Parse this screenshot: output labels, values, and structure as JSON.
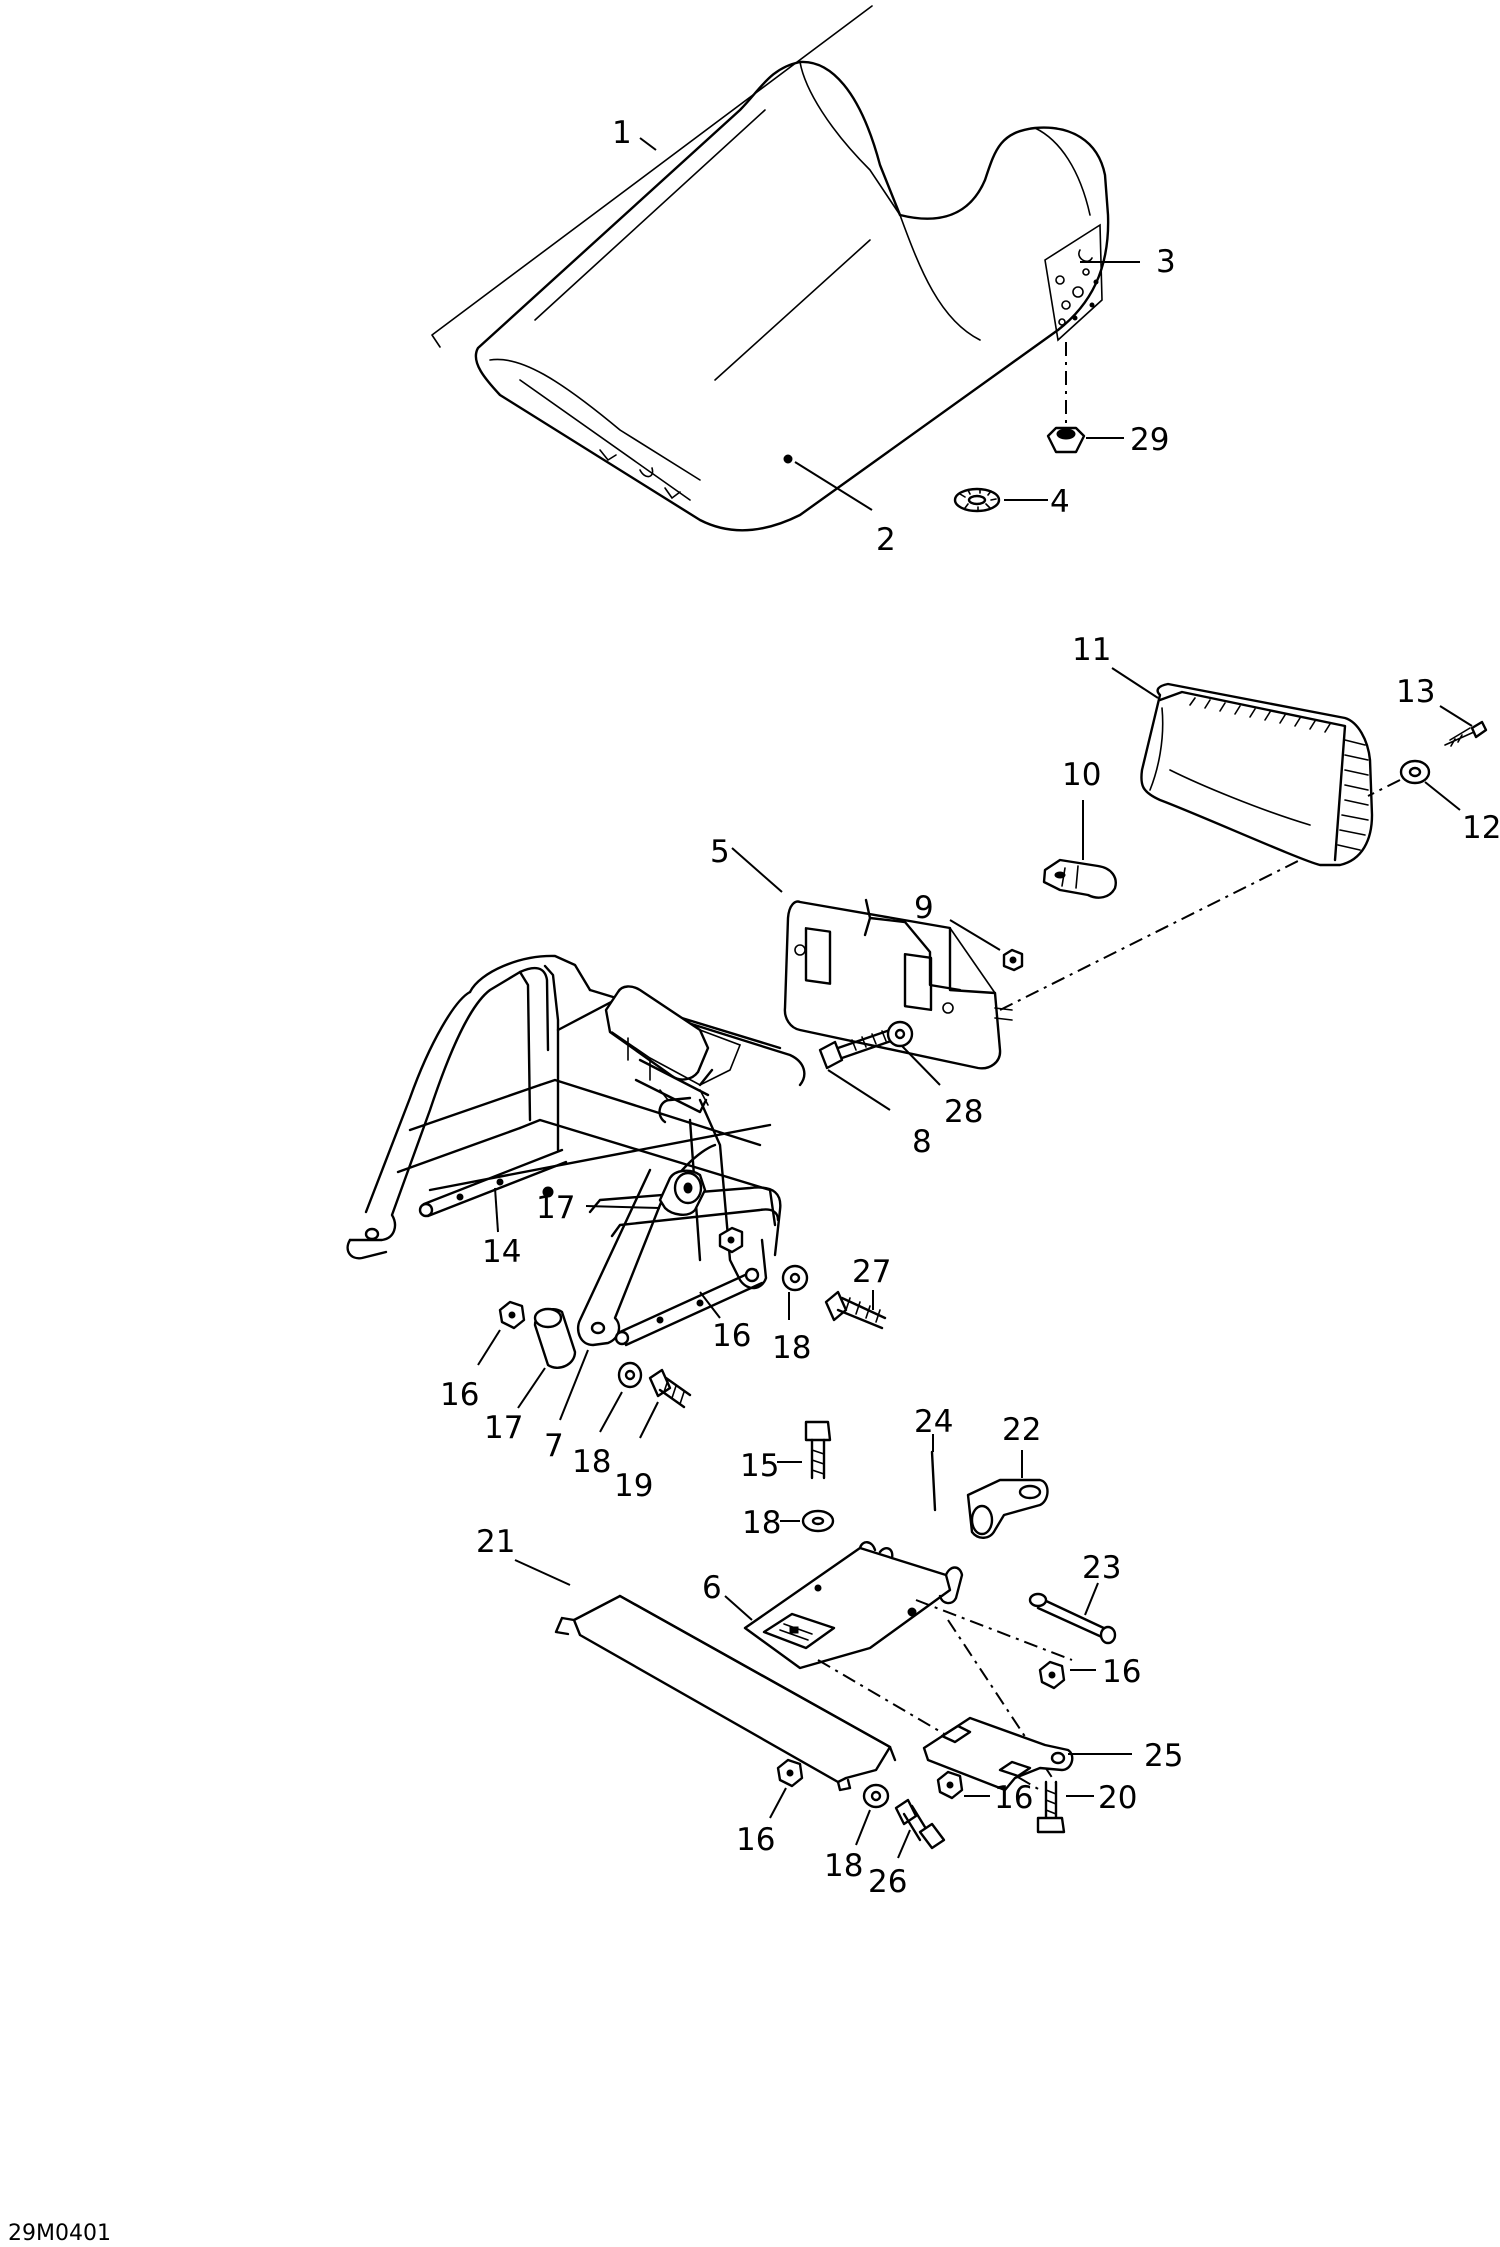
{
  "figure_code": "29M0401",
  "callouts": [
    {
      "id": "c1",
      "text": "1"
    },
    {
      "id": "c2",
      "text": "2"
    },
    {
      "id": "c3",
      "text": "3"
    },
    {
      "id": "c29",
      "text": "29"
    },
    {
      "id": "c4",
      "text": "4"
    },
    {
      "id": "c11",
      "text": "11"
    },
    {
      "id": "c13",
      "text": "13"
    },
    {
      "id": "c10",
      "text": "10"
    },
    {
      "id": "c12",
      "text": "12"
    },
    {
      "id": "c5",
      "text": "5"
    },
    {
      "id": "c9",
      "text": "9"
    },
    {
      "id": "c28",
      "text": "28"
    },
    {
      "id": "c8",
      "text": "8"
    },
    {
      "id": "c17a",
      "text": "17"
    },
    {
      "id": "c14",
      "text": "14"
    },
    {
      "id": "c27",
      "text": "27"
    },
    {
      "id": "c16a",
      "text": "16"
    },
    {
      "id": "c18a",
      "text": "18"
    },
    {
      "id": "c16b",
      "text": "16"
    },
    {
      "id": "c17b",
      "text": "17"
    },
    {
      "id": "c7",
      "text": "7"
    },
    {
      "id": "c18b",
      "text": "18"
    },
    {
      "id": "c19",
      "text": "19"
    },
    {
      "id": "c24",
      "text": "24"
    },
    {
      "id": "c22",
      "text": "22"
    },
    {
      "id": "c15",
      "text": "15"
    },
    {
      "id": "c18c",
      "text": "18"
    },
    {
      "id": "c23",
      "text": "23"
    },
    {
      "id": "c21",
      "text": "21"
    },
    {
      "id": "c6",
      "text": "6"
    },
    {
      "id": "c16c",
      "text": "16"
    },
    {
      "id": "c25",
      "text": "25"
    },
    {
      "id": "c16d",
      "text": "16"
    },
    {
      "id": "c20",
      "text": "20"
    },
    {
      "id": "c16e",
      "text": "16"
    },
    {
      "id": "c18d",
      "text": "18"
    },
    {
      "id": "c26",
      "text": "26"
    }
  ]
}
